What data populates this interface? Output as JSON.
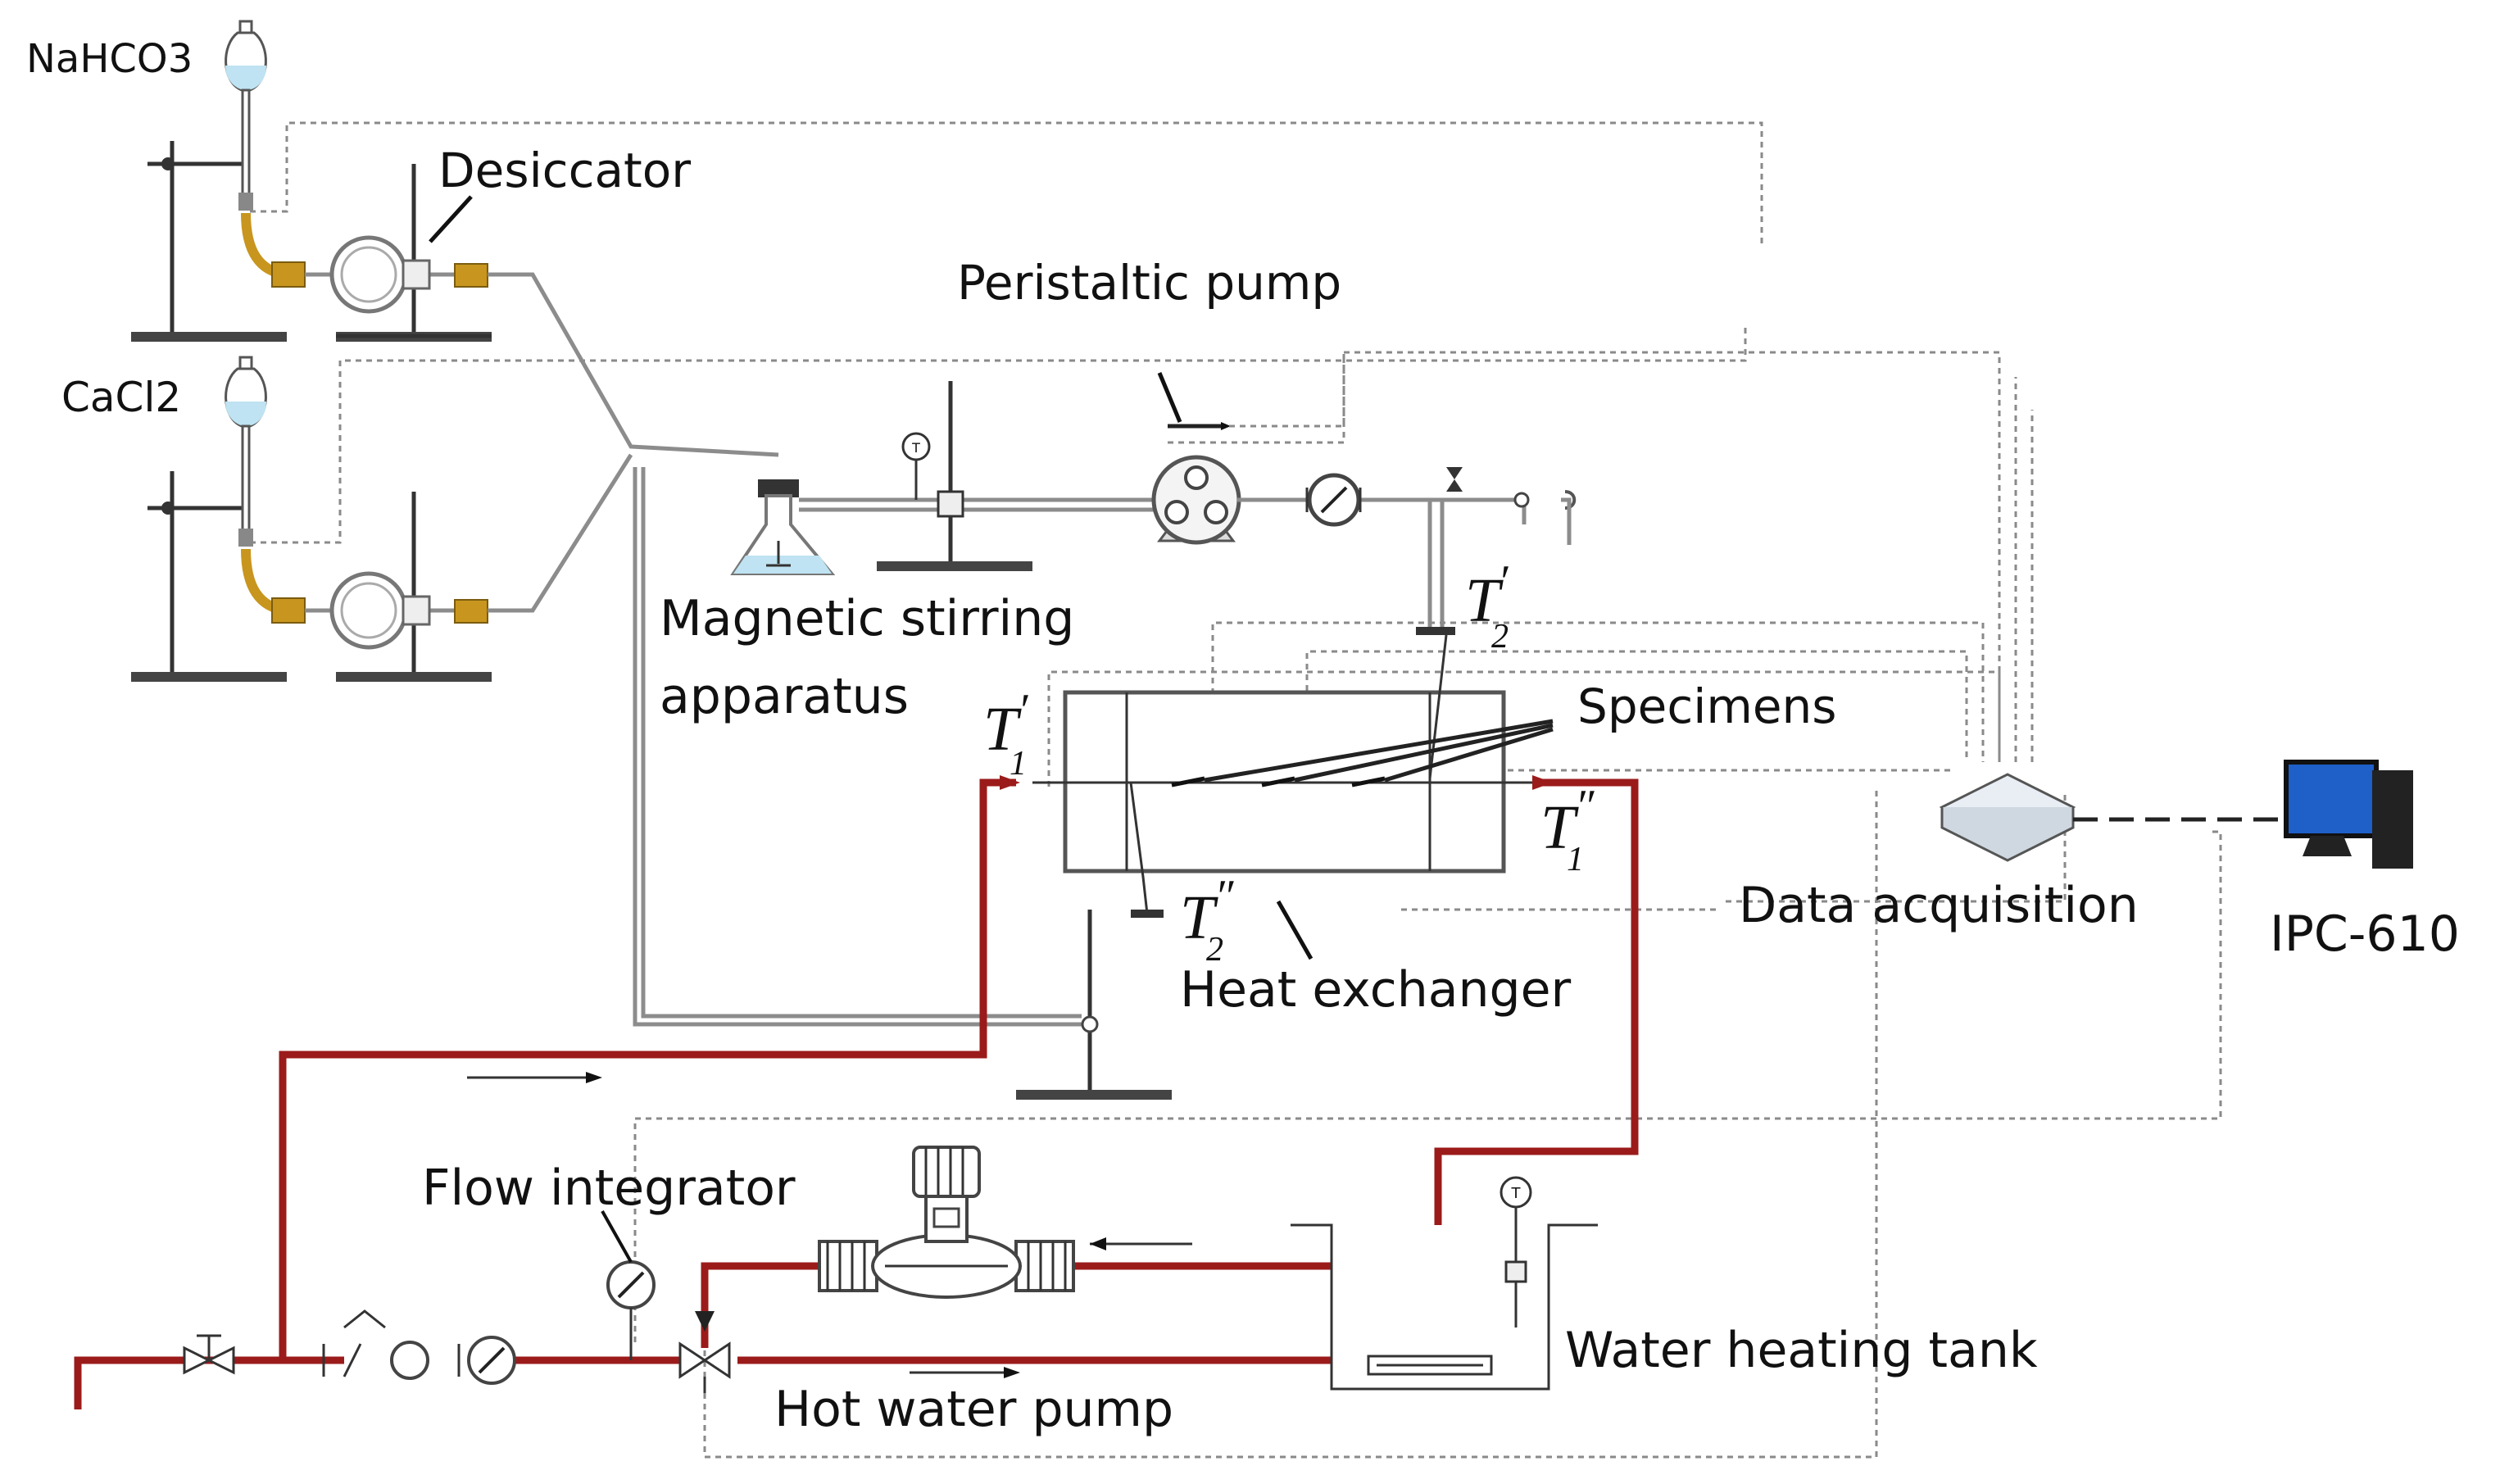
{
  "labels": {
    "nahco3": "NaHCO3",
    "cacl2": "CaCl2",
    "desiccator": "Desiccator",
    "peristaltic_pump": "Peristaltic pump",
    "magnetic_stirring_line1": "Magnetic stirring",
    "magnetic_stirring_line2": "apparatus",
    "specimens": "Specimens",
    "heat_exchanger": "Heat exchanger",
    "data_acquisition": "Data acquisition",
    "ipc": "IPC-610",
    "flow_integrator": "Flow integrator",
    "water_heating_tank": "Water heating tank",
    "hot_water_pump": "Hot water pump"
  },
  "temperature_points": {
    "t2_prime": {
      "base": "T",
      "sub": "2",
      "mark": "′"
    },
    "t1_prime": {
      "base": "T",
      "sub": "1",
      "mark": "′"
    },
    "t1_double": {
      "base": "T",
      "sub": "1",
      "mark": "″"
    },
    "t2_double": {
      "base": "T",
      "sub": "2",
      "mark": "″"
    }
  },
  "gauge_glyph": "T",
  "colors": {
    "hot_water_line": "#9b1b1b",
    "signal_line": "#8a8a8a",
    "solution_tube": "#8c8c8c",
    "brass_fitting": "#c8961e",
    "liquid": "#bfe3f2",
    "computer_screen": "#1e5fc8"
  }
}
